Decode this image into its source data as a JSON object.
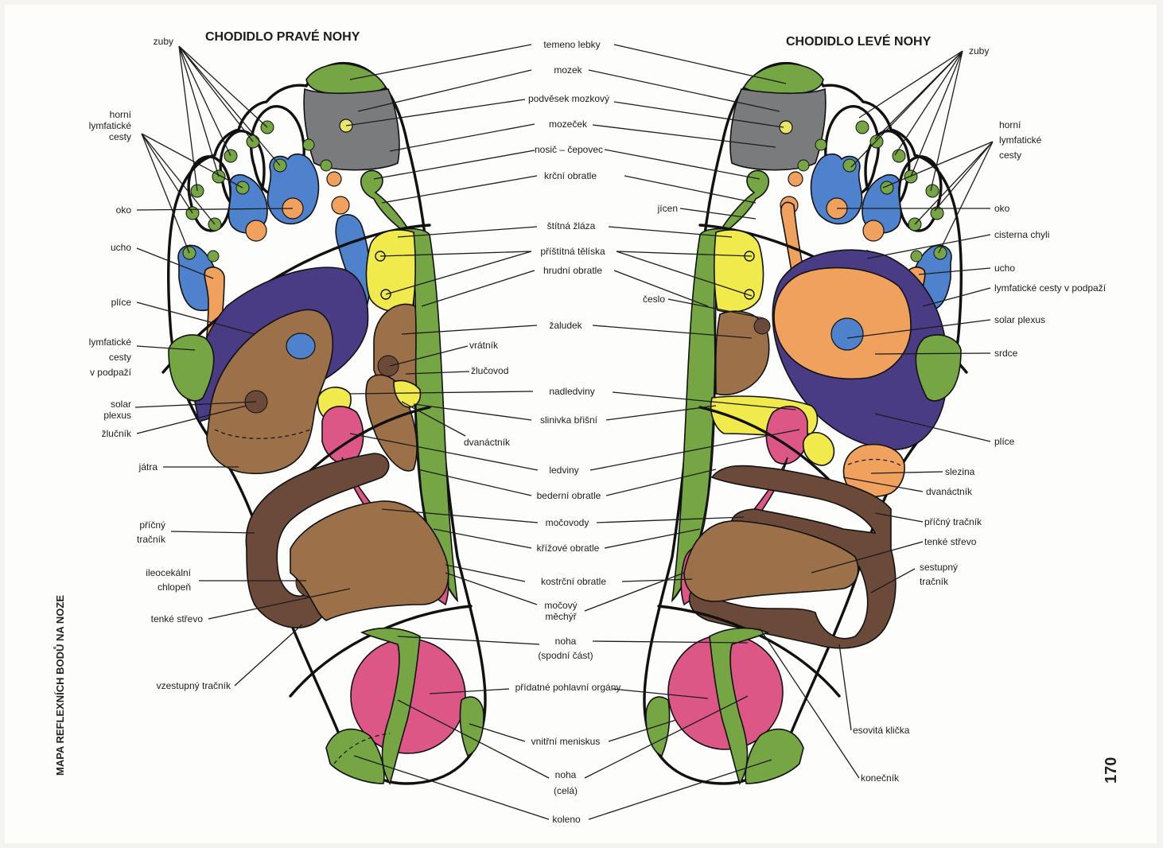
{
  "titles": {
    "right_foot": "CHODIDLO PRAVÉ NOHY",
    "left_foot": "CHODIDLO LEVÉ NOHY",
    "side_caption": "MAPA REFLEXNÍCH BODŮ NA NOZE",
    "page_number": "170"
  },
  "colors": {
    "green": "#76a644",
    "grey": "#7a7b7d",
    "blue": "#4f82cc",
    "orange": "#f0a15e",
    "purple": "#4a3c84",
    "brown": "#9c714a",
    "dark_brown": "#6b4a3a",
    "yellow": "#f0ea4c",
    "pink": "#dd5786"
  },
  "labels": {
    "center": {
      "temeno_lebky": "temeno lebky",
      "mozek": "mozek",
      "podvesek_mozkovy": "podvěsek mozkový",
      "mozecek": "mozeček",
      "nosic_cepovec": "nosič – čepovec",
      "krcni_obratle": "krční obratle",
      "stitna_zlaza": "štítná žláza",
      "pristitna_teliska": "příštítná tělíska",
      "hrudni_obratle": "hrudní obratle",
      "zaludek": "žaludek",
      "nadledviny": "nadledviny",
      "slinivka_brisni": "slinivka břišní",
      "ledviny": "ledviny",
      "bederni_obratle": "bederní obratle",
      "mocovody": "močovody",
      "krizove_obratle": "křížové obratle",
      "kostrcni_obratle": "kostrční obratle",
      "mocovy_mechyr_1": "močový",
      "mocovy_mechyr_2": "měchýř",
      "noha_spodni_1": "noha",
      "noha_spodni_2": "(spodní část)",
      "pridatne_pohlavni_organy": "přídatné pohlavní orgány",
      "vnitrni_meniskus": "vnitřní meniskus",
      "noha_cela_1": "noha",
      "noha_cela_2": "(celá)",
      "koleno": "koleno"
    },
    "right": {
      "zuby": "zuby",
      "horni_1": "horní",
      "horni_2": "lymfatické",
      "horni_3": "cesty",
      "oko": "oko",
      "ucho": "ucho",
      "plice": "plíce",
      "lymf_1": "lymfatické",
      "lymf_2": "cesty",
      "lymf_3": "v podpaží",
      "solar_1": "solar",
      "solar_2": "plexus",
      "zlucnik": "žlučník",
      "jatra": "játra",
      "pricny_1": "příčný",
      "pricny_2": "tračník",
      "ileo_1": "ileocekální",
      "ileo_2": "chlopeň",
      "tenke_strevo": "tenké střevo",
      "vzestupny_tracnik": "vzestupný tračník",
      "vratnik": "vrátník",
      "zlucovod": "žlučovod",
      "dvanactnik": "dvanáctník"
    },
    "left": {
      "zuby": "zuby",
      "horni_1": "horní",
      "horni_2": "lymfatické",
      "horni_3": "cesty",
      "oko": "oko",
      "cisterna_chyli": "cisterna chyli",
      "ucho": "ucho",
      "lymf_podpazi": "lymfatické cesty v podpaží",
      "solar_plexus": "solar plexus",
      "srdce": "srdce",
      "plice": "plíce",
      "slezina": "slezina",
      "dvanactnik": "dvanáctník",
      "pricny_tracnik": "příčný tračník",
      "tenke_strevo": "tenké střevo",
      "sestupny_1": "sestupný",
      "sestupny_2": "tračník",
      "esovita_klicka": "esovitá klička",
      "konecnik": "konečník",
      "jicen": "jícen",
      "ceslo": "česlo"
    }
  }
}
